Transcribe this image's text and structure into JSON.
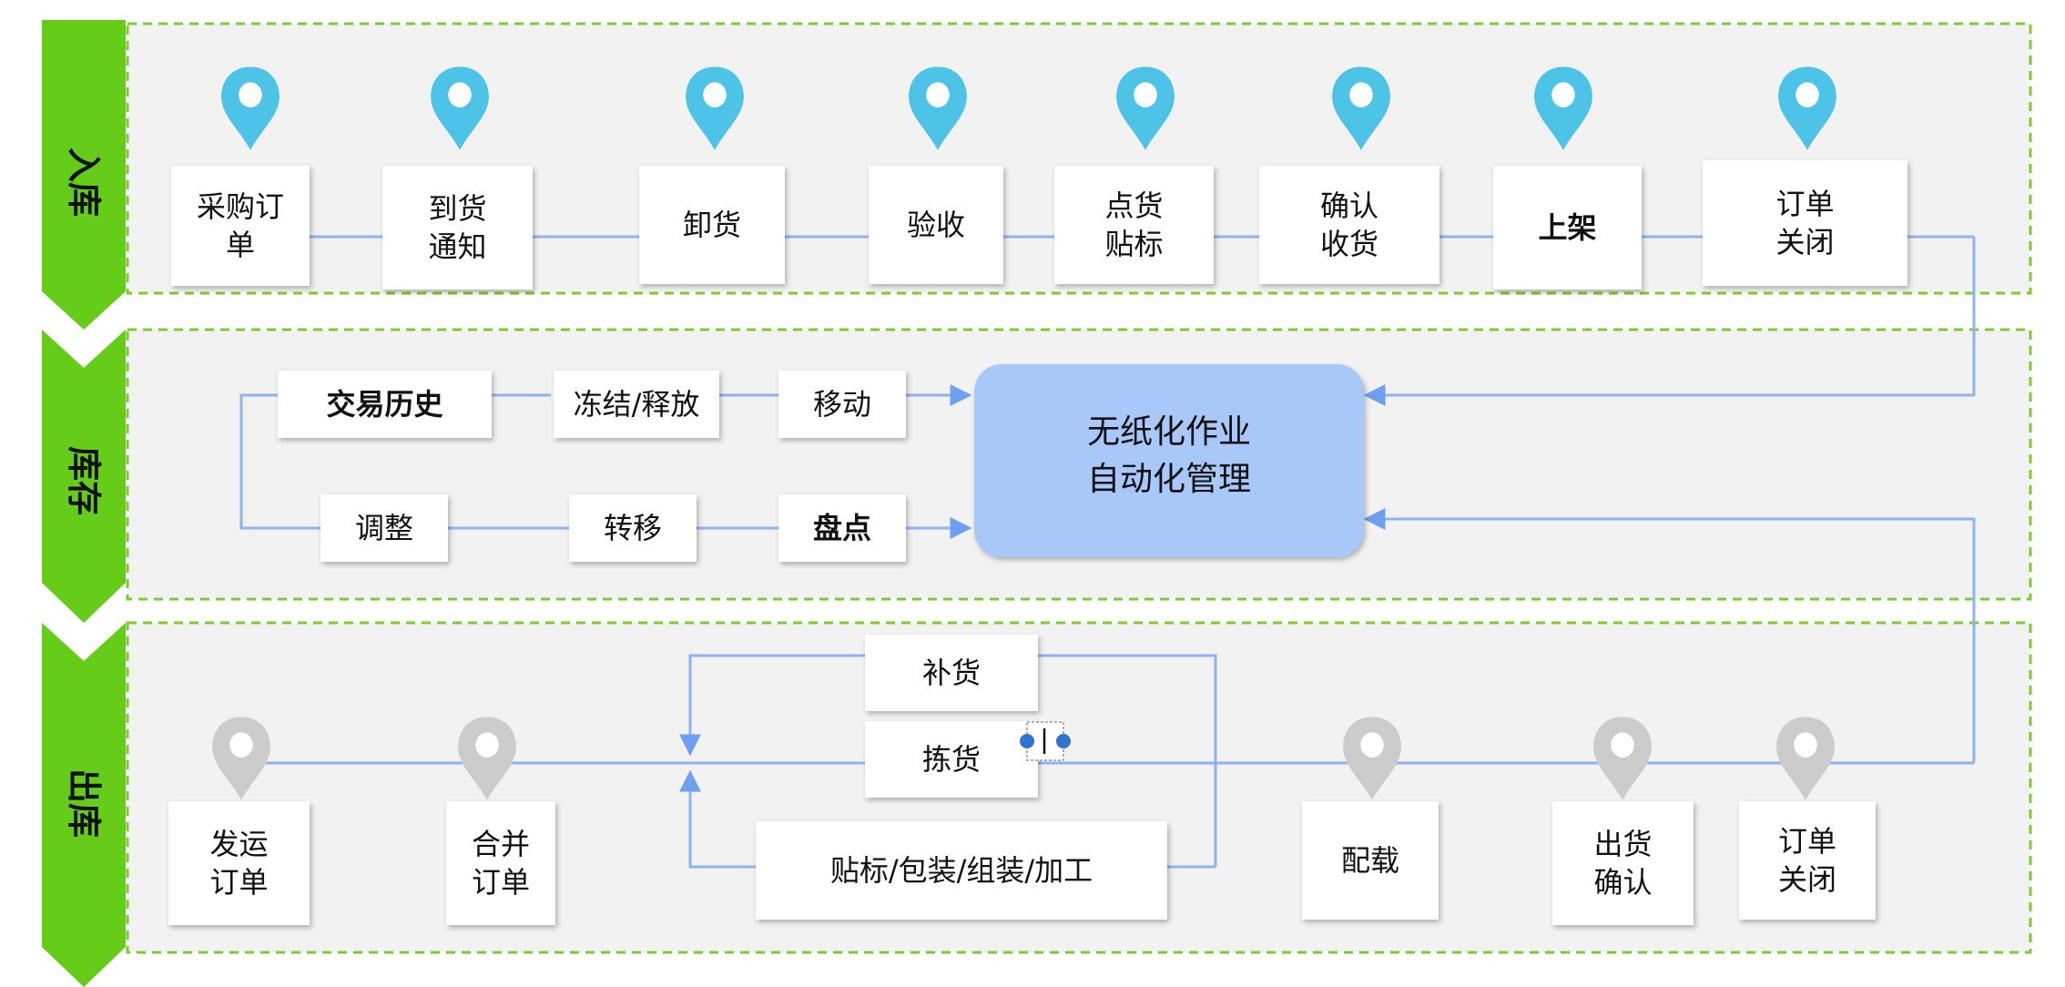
{
  "lanes": {
    "inbound": {
      "label": "入库"
    },
    "inventory": {
      "label": "库存"
    },
    "outbound": {
      "label": "出库"
    }
  },
  "inbound": {
    "steps": [
      "采购订单",
      "到货通知",
      "卸货",
      "验收",
      "点货贴标",
      "确认收货",
      "上架",
      "订单关闭"
    ]
  },
  "inventory": {
    "top_row": [
      "交易历史",
      "冻结/释放",
      "移动"
    ],
    "bottom_row": [
      "调整",
      "转移",
      "盘点"
    ],
    "center_line1": "无纸化作业",
    "center_line2": "自动化管理"
  },
  "outbound": {
    "left_steps": [
      "发运订单",
      "合并订单"
    ],
    "branch_top": "补货",
    "branch_mid": "拣货",
    "branch_bottom": "贴标/包装/组装/加工",
    "right_steps": [
      "配载",
      "出货确认",
      "订单关闭"
    ]
  },
  "colors": {
    "lane_chevron": "#66cc1a",
    "lane_border": "#7ccc2e",
    "lane_fill": "#f2f2f2",
    "connector": "#8db3f5",
    "inbound_pin": "#4dc3e8",
    "outbound_pin": "#cccccc",
    "center_box": "#a9c8fa",
    "selection_handle": "#2f74d0"
  },
  "icons": {
    "inbound_marker": "map-pin-icon",
    "outbound_marker": "map-pin-icon",
    "arrow": "arrow-right-icon"
  }
}
